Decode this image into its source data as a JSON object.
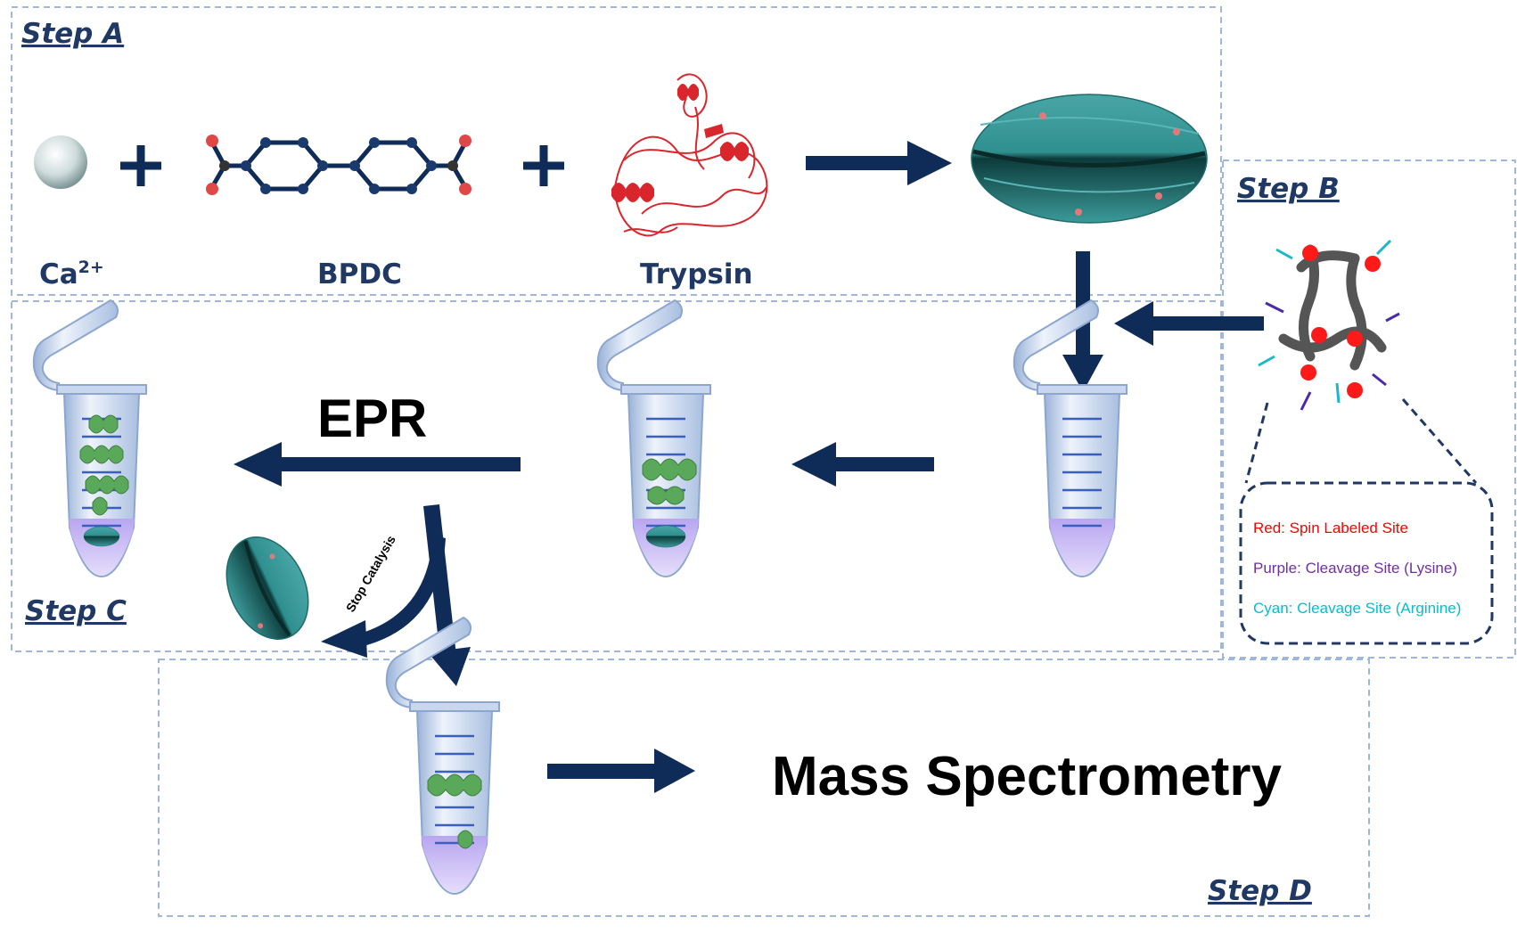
{
  "steps": {
    "a": "Step A",
    "b": "Step B",
    "c": "Step C",
    "d": "Step D"
  },
  "reagents": {
    "calcium_base": "Ca",
    "calcium_charge": "2+",
    "linker": "BPDC",
    "enzyme": "Trypsin",
    "plus": "+"
  },
  "labels": {
    "epr": "EPR",
    "stop": "Stop Catalysis",
    "mass_spec": "Mass Spectrometry"
  },
  "legend": [
    {
      "text": "Red: Spin Labeled Site",
      "color": "#ff0000"
    },
    {
      "text": "Purple: Cleavage Site (Lysine)",
      "color": "#7030a0"
    },
    {
      "text": "Cyan: Cleavage Site (Arginine)",
      "color": "#00c0d0"
    }
  ],
  "colors": {
    "arrow": "#0f2b57",
    "frame": "#9db8dc",
    "mof": "#2f8f8f",
    "protein_red": "#d9262c",
    "helix_green": "#5aa85a",
    "tube_liquid": "#b9a6f0"
  }
}
